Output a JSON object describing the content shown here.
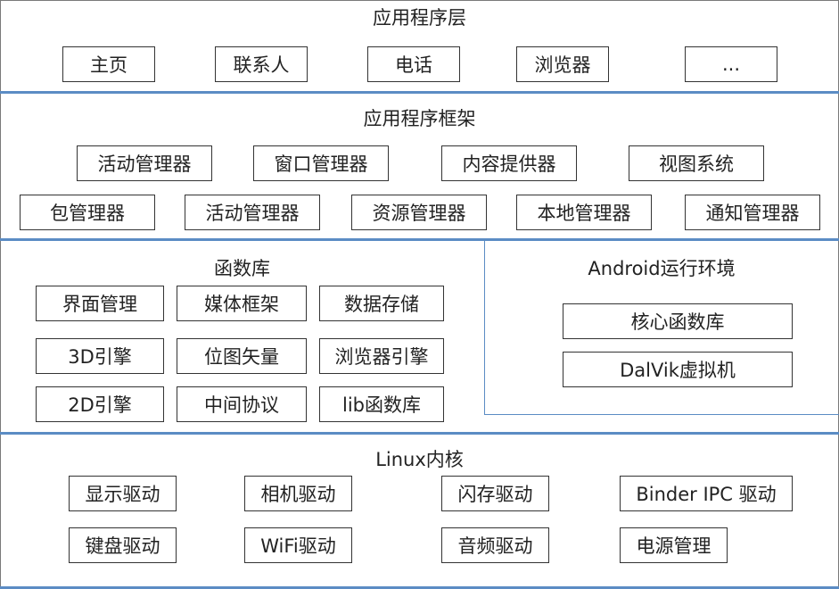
{
  "application_layer": {
    "title": "应用程序层",
    "items": [
      "主页",
      "联系人",
      "电话",
      "浏览器",
      "..."
    ]
  },
  "framework_layer": {
    "title": "应用程序框架",
    "row1": [
      "活动管理器",
      "窗口管理器",
      "内容提供器",
      "视图系统"
    ],
    "row2": [
      "包管理器",
      "活动管理器",
      "资源管理器",
      "本地管理器",
      "通知管理器"
    ]
  },
  "libraries": {
    "title": "函数库",
    "items": [
      "界面管理",
      "媒体框架",
      "数据存储",
      "3D引擎",
      "位图矢量",
      "浏览器引擎",
      "2D引擎",
      "中间协议",
      "lib函数库"
    ]
  },
  "android_runtime": {
    "title": "Android运行环境",
    "items": [
      "核心函数库",
      "DalVik虚拟机"
    ]
  },
  "linux_kernel": {
    "title": "Linux内核",
    "row1": [
      "显示驱动",
      "相机驱动",
      "闪存驱动",
      "Binder IPC 驱动"
    ],
    "row2": [
      "键盘驱动",
      "WiFi驱动",
      "音频驱动",
      "电源管理"
    ]
  },
  "colors": {
    "separator": "#5b8cc4",
    "border": "#333333"
  }
}
